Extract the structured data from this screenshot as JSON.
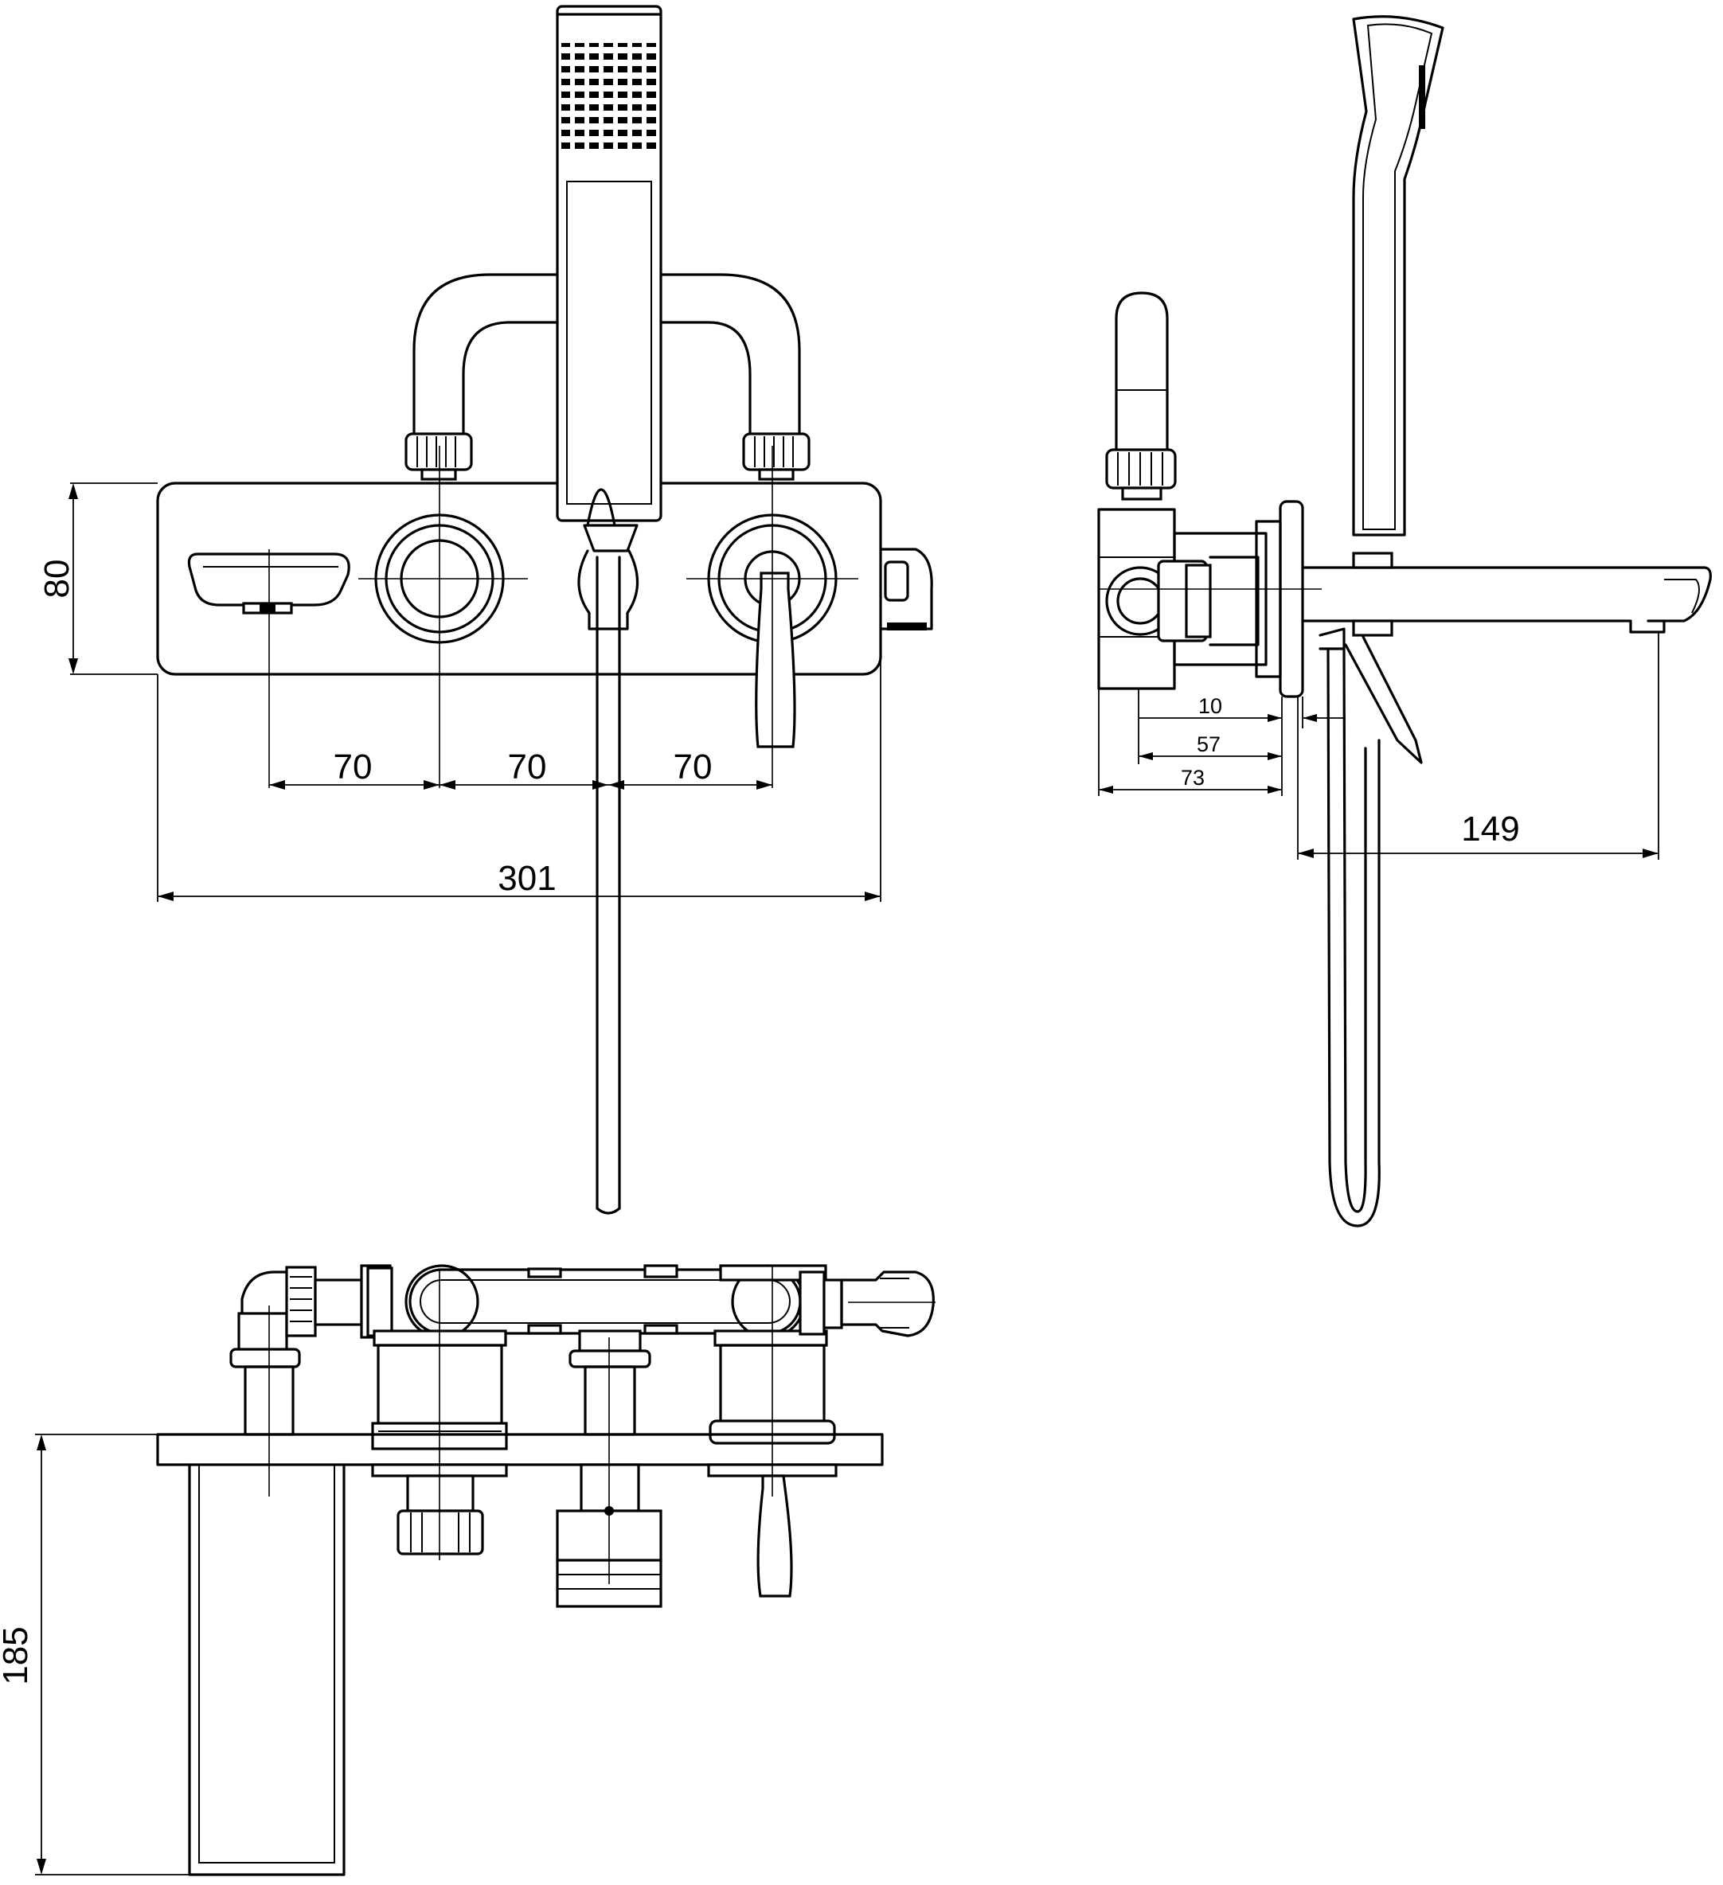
{
  "dimensions": {
    "panel_height": "80",
    "spacing_1": "70",
    "spacing_2": "70",
    "spacing_3": "70",
    "overall_width": "301",
    "wall_10": "10",
    "wall_57": "57",
    "wall_73": "73",
    "spout_projection": "149",
    "bottom_depth": "185"
  }
}
